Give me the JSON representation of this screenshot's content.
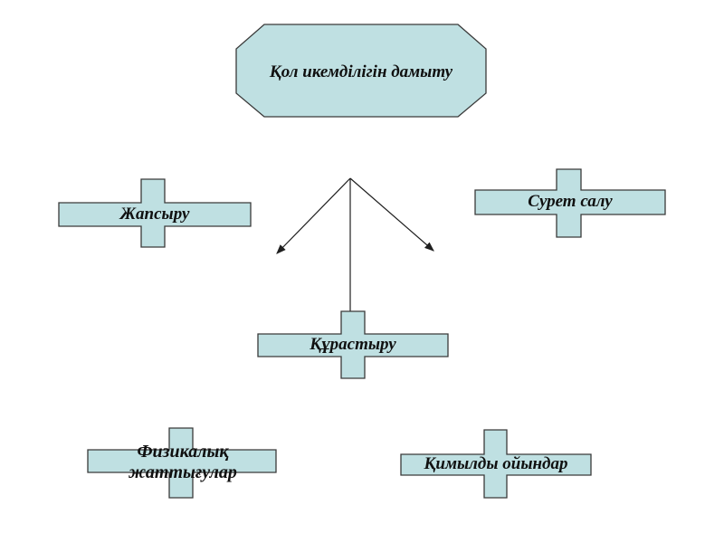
{
  "title": {
    "label": "Қол икемділігін дамыту"
  },
  "nodes": [
    {
      "label": "Жапсыру"
    },
    {
      "label": "Сурет салу"
    },
    {
      "label": "Құрастыру"
    },
    {
      "label": "Физикалық жаттығулар"
    },
    {
      "label": "Қимылды ойындар"
    }
  ],
  "colors": {
    "node_fill": "#bfe0e2",
    "node_stroke": "#3a3a3a",
    "connector": "#1f1f1f",
    "background": "#ffffff",
    "text": "#101010"
  }
}
